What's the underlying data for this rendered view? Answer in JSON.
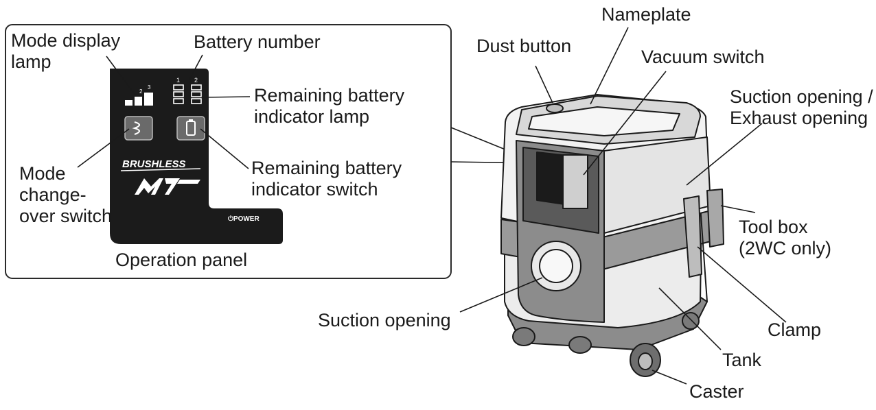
{
  "labels": {
    "mode_display_lamp": [
      "Mode display",
      "lamp"
    ],
    "battery_number": "Battery number",
    "remaining_battery_indicator_lamp": [
      "Remaining battery",
      "indicator lamp"
    ],
    "mode_changeover_switch": [
      "Mode",
      "change-",
      "over switch"
    ],
    "remaining_battery_indicator_switch": [
      "Remaining battery",
      "indicator switch"
    ],
    "operation_panel": "Operation panel",
    "nameplate": "Nameplate",
    "dust_button": "Dust button",
    "vacuum_switch": "Vacuum switch",
    "suction_exhaust_opening": [
      "Suction opening /",
      "Exhaust opening"
    ],
    "tool_box": [
      "Tool box",
      "(2WC only)"
    ],
    "suction_opening": "Suction opening",
    "clamp": "Clamp",
    "tank": "Tank",
    "caster": "Caster"
  },
  "panel": {
    "brushless_logo": "BRUSHLESS",
    "power_label": "⏻POWER",
    "battery_numbers": [
      "1",
      "2"
    ],
    "mode_numbers": [
      "2",
      "3"
    ]
  },
  "colors": {
    "ink": "#1a1a1a",
    "panel_fill": "#1b1b1b",
    "panel_button": "#6a6a6a",
    "body_gray": "#8c8c8c",
    "light_gray": "#d8d8d8"
  }
}
